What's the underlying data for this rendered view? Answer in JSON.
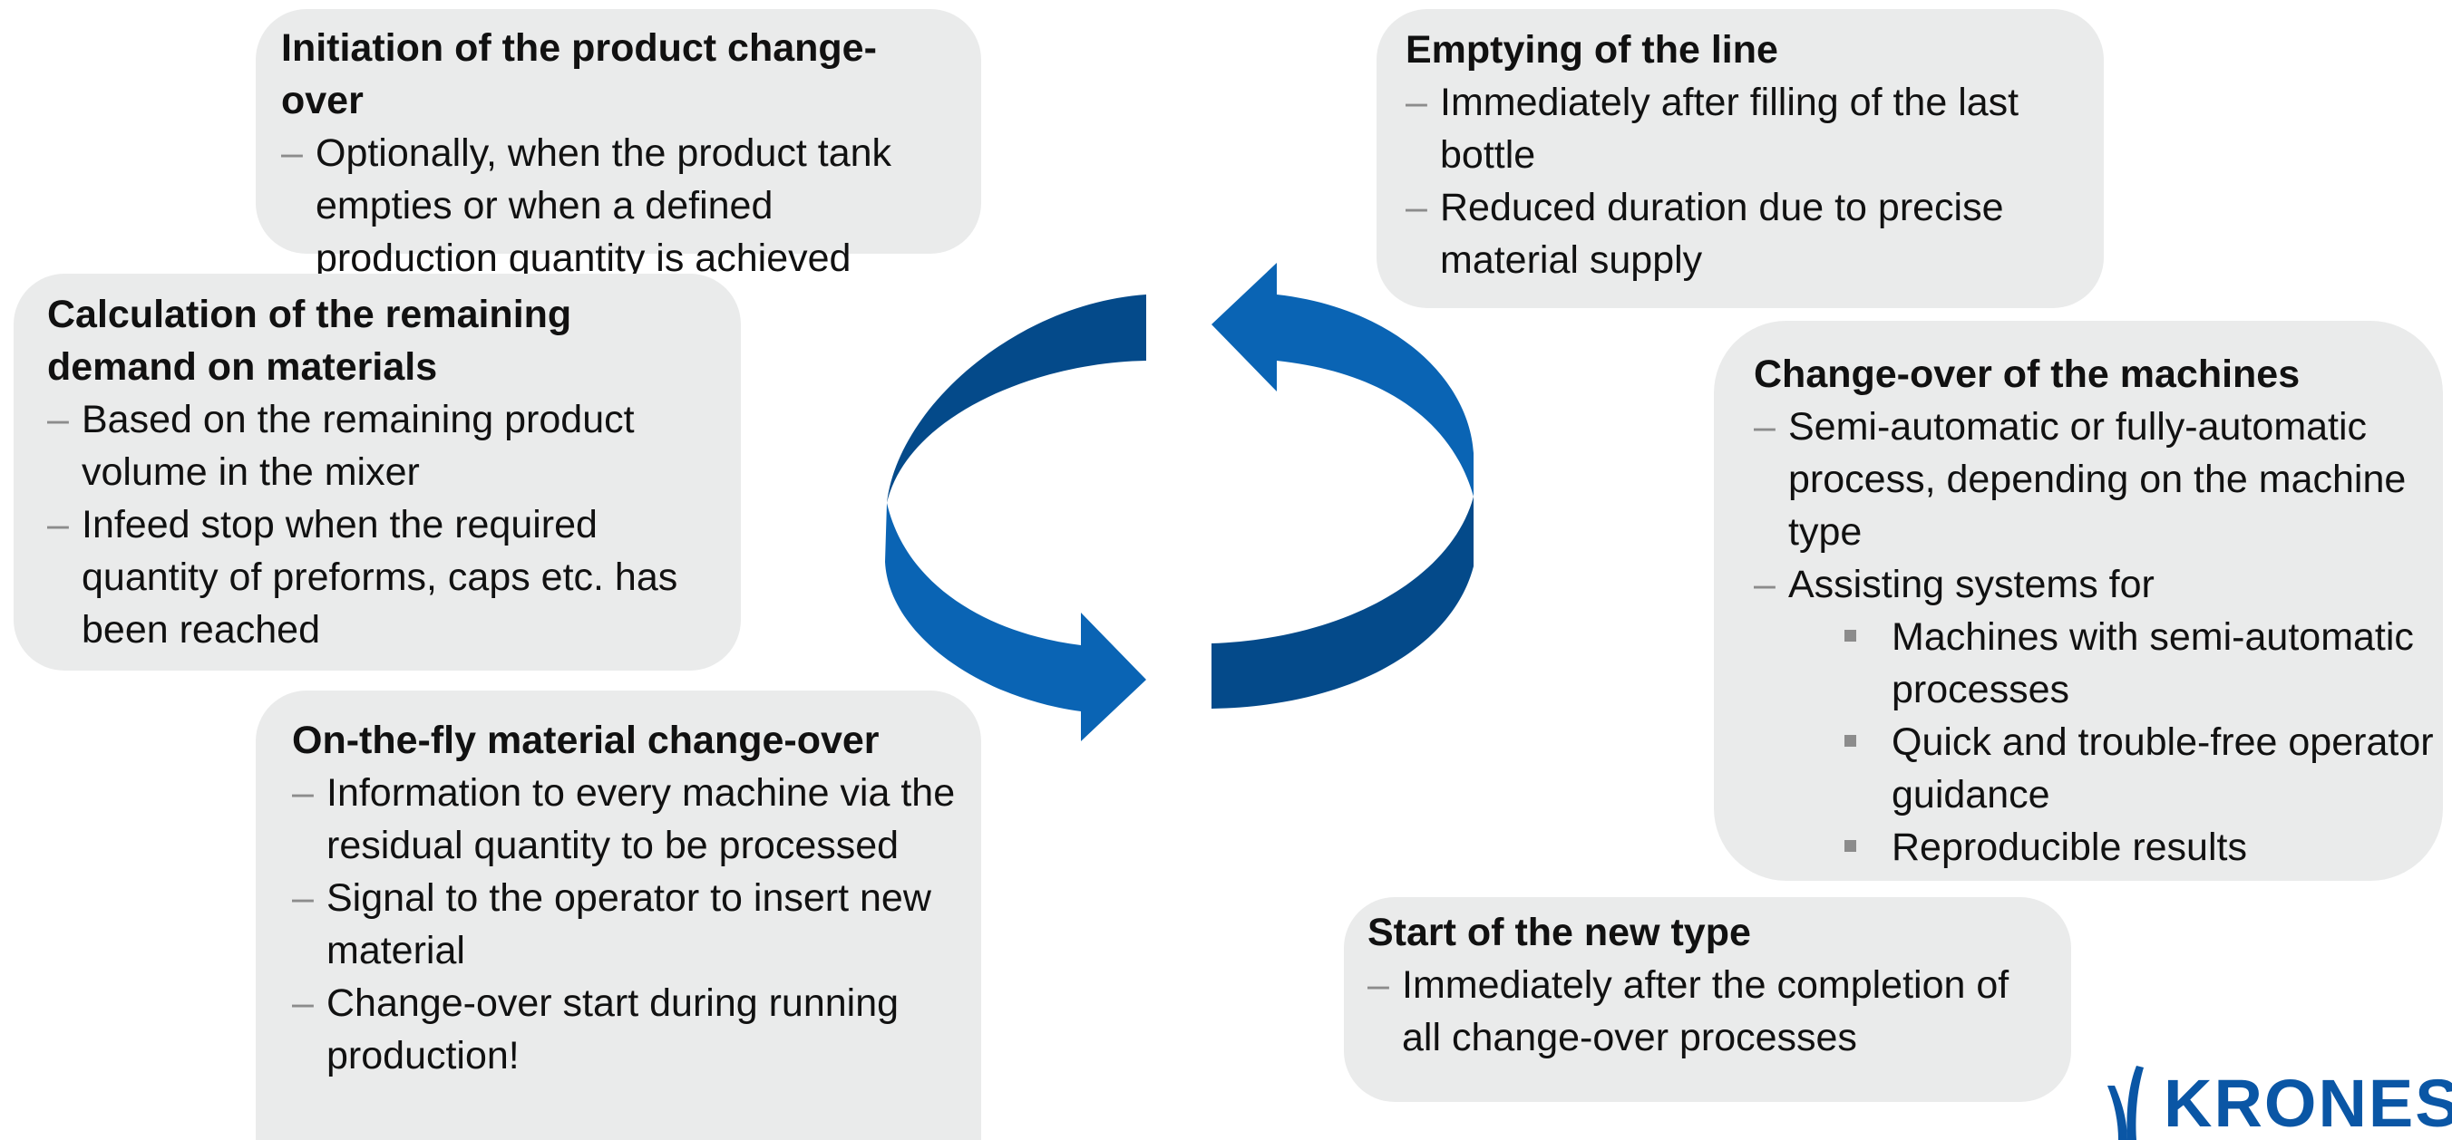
{
  "boxes": {
    "initiation": {
      "title": "Initiation of the product change-over",
      "items": [
        "Optionally, when the product tank empties or when a defined production quantity is achieved"
      ]
    },
    "calculation": {
      "title": "Calculation of the remaining demand on materials",
      "items": [
        "Based on the remaining product volume in the mixer",
        "Infeed stop when the required quantity of preforms, caps etc. has been reached"
      ]
    },
    "onthefly": {
      "title": "On-the-fly material change-over",
      "items": [
        "Information to every machine via the residual quantity to be processed",
        "Signal to the operator to insert new material",
        "Change-over start during running production!"
      ]
    },
    "emptying": {
      "title": "Emptying of the line",
      "items": [
        "Immediately after filling of the last bottle",
        "Reduced duration due to precise material supply"
      ]
    },
    "machines": {
      "title": "Change-over of the machines",
      "items": [
        "Semi-automatic or fully-automatic process, depending on the machine type",
        "Assisting systems for"
      ],
      "subitems": [
        "Machines with semi-automatic processes",
        "Quick and trouble-free operator guidance",
        "Reproducible results"
      ]
    },
    "start": {
      "title": "Start of the new type",
      "items": [
        "Immediately after the completion of all change-over processes"
      ]
    }
  },
  "logo": {
    "text": "KRONES"
  },
  "colors": {
    "box_fill": "#eaebeb",
    "arrow_light": "#0a64b4",
    "arrow_dark": "#044a8a",
    "bullet": "#8c8c8c",
    "logo": "#0a56a5"
  },
  "icons": {
    "cycle": "circular-arrows-icon",
    "logo_mark": "krones-logo-mark-icon"
  }
}
